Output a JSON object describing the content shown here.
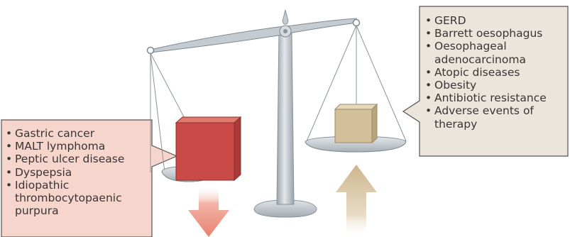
{
  "left_panel": {
    "items": [
      "Gastric cancer",
      "MALT lymphoma",
      "Peptic ulcer disease",
      "Dyspepsia",
      "Idiopathic thrombocytopaenic purpura"
    ],
    "background_color": "#f6d5cc",
    "weight_color": "#c94a46",
    "arrow_direction": "down"
  },
  "right_panel": {
    "items": [
      "GERD",
      "Barrett oesophagus",
      "Oesophageal adenocarcinoma",
      "Atopic diseases",
      "Obesity",
      "Antibiotic resistance",
      "Adverse events of therapy"
    ],
    "background_color": "#ebe6dc",
    "weight_color": "#d3bf9a",
    "arrow_direction": "up"
  },
  "scale_color": "#c4cbd1"
}
